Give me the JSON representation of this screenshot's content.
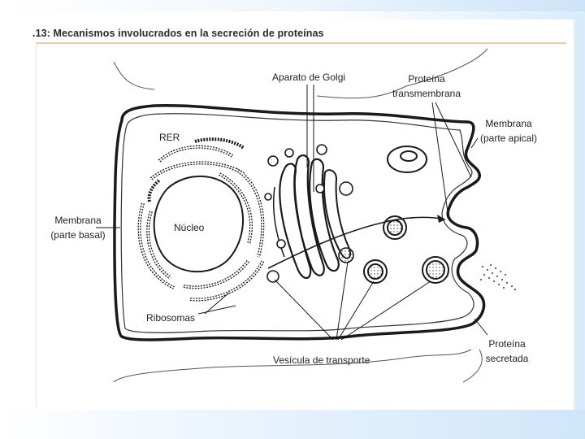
{
  "title": ".13: Mecanismos involucrados en la secreción de proteínas",
  "labels": {
    "golgi": "Aparato de Golgi",
    "protein_tm_1": "Proteína",
    "protein_tm_2": "transmembrana",
    "membrane_apical_1": "Membrana",
    "membrane_apical_2": "(parte apical)",
    "rer": "RER",
    "nucleus": "Núcleo",
    "membrane_basal_1": "Membrana",
    "membrane_basal_2": "(parte basal)",
    "ribosomes": "Ribosomas",
    "transport_vesicle": "Vesícula de transporte",
    "secreted_1": "Proteína",
    "secreted_2": "secretada"
  }
}
